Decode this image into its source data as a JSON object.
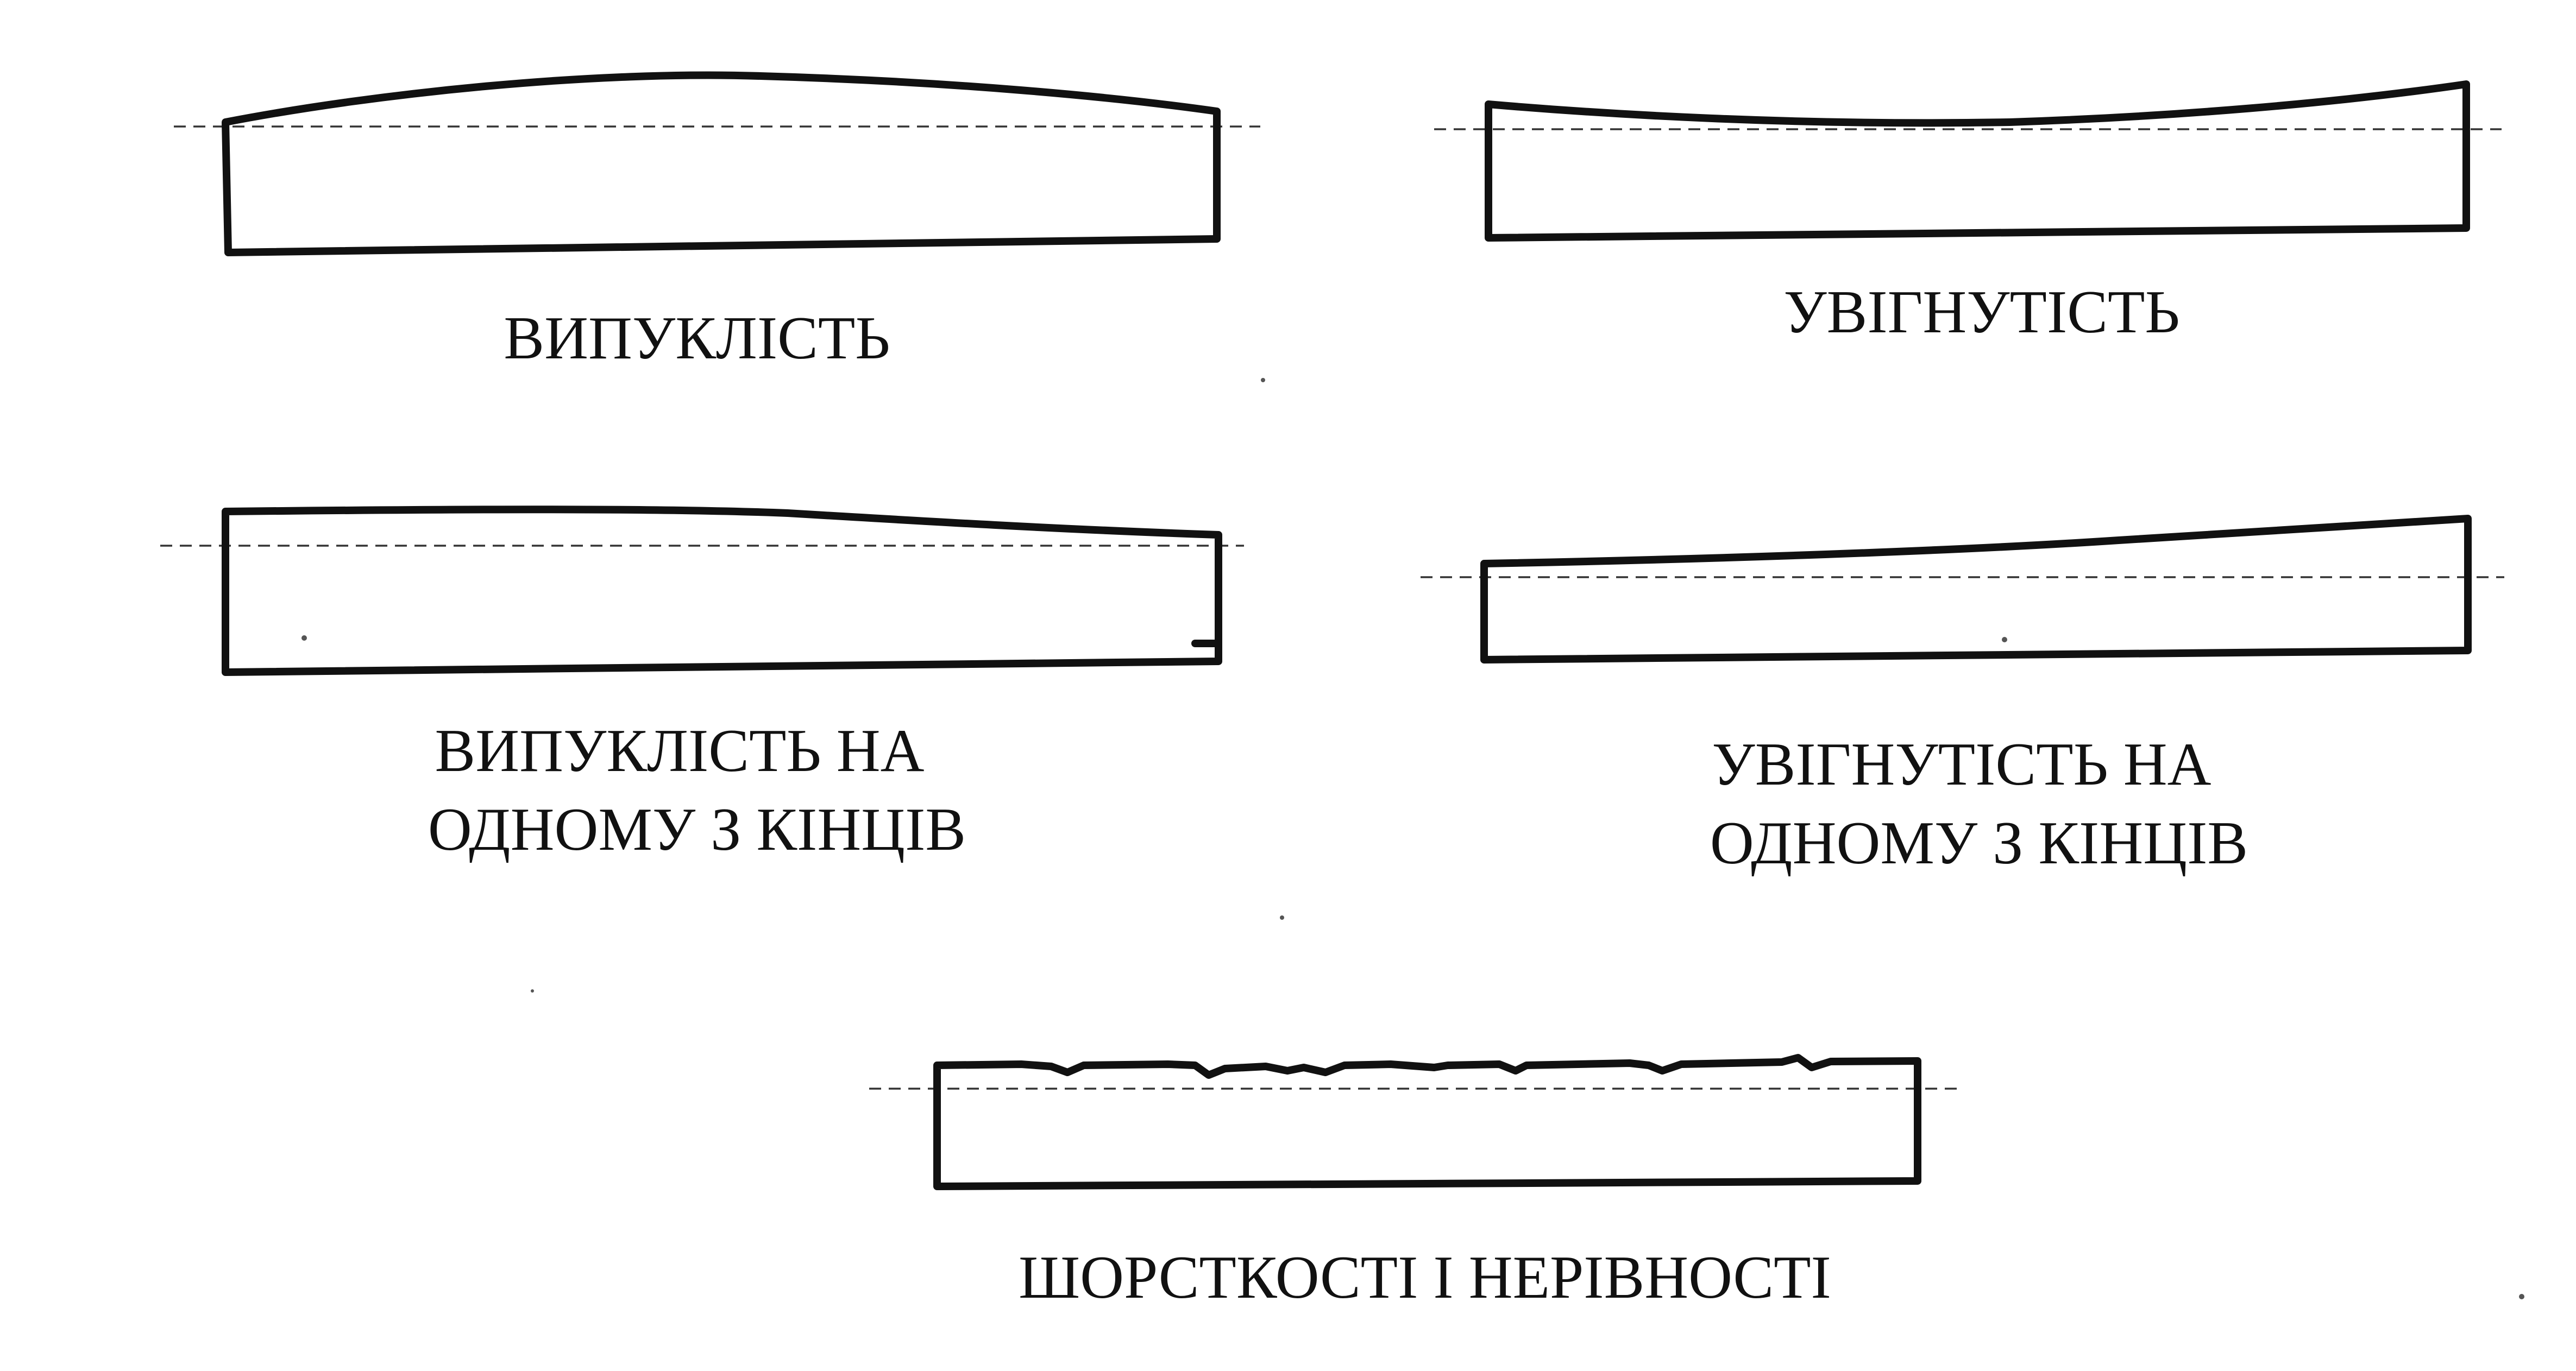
{
  "colors": {
    "stroke": "#111111",
    "reference_line": "#333333",
    "background": "#ffffff"
  },
  "panels": [
    {
      "id": "convex",
      "caption_lines": [
        "ВИПУКЛІСТЬ"
      ]
    },
    {
      "id": "concave",
      "caption_lines": [
        "УВІГНУТІСТЬ"
      ]
    },
    {
      "id": "convex-one-end",
      "caption_lines": [
        "ВИПУКЛІСТЬ НА",
        "ОДНОМУ З КІНЦІВ"
      ]
    },
    {
      "id": "concave-one-end",
      "caption_lines": [
        "УВІГНУТІСТЬ НА",
        "ОДНОМУ З КІНЦІВ"
      ]
    },
    {
      "id": "roughness",
      "caption_lines": [
        "ШОРСТКОСТІ І НЕРІВНОСТІ"
      ]
    }
  ]
}
